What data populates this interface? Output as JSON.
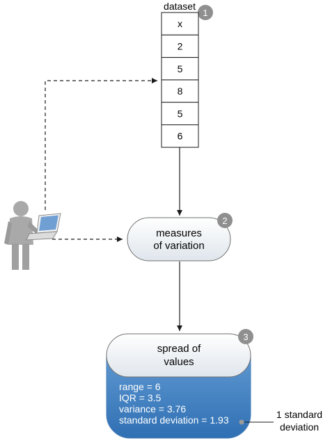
{
  "dataset": {
    "title": "dataset",
    "values": [
      "x",
      "2",
      "5",
      "8",
      "5",
      "6"
    ]
  },
  "steps": {
    "one": "1",
    "two": "2",
    "three": "3"
  },
  "measures_box": {
    "line1": "measures",
    "line2": "of variation"
  },
  "spread_box": {
    "line1": "spread of",
    "line2": "values",
    "results": [
      "range = 6",
      "IQR = 3.5",
      "variance = 3.76",
      "standard deviation = 1.93"
    ]
  },
  "callout": {
    "line1": "1 standard",
    "line2": "deviation"
  },
  "colors": {
    "badge": "#8f8f8f",
    "blue_top": "#6ba3d9",
    "blue_bottom": "#2f6fb3",
    "person": "#a9a9a9",
    "laptop_screen": "#6f9fd3"
  },
  "icons": {
    "user": "person-with-laptop-icon"
  }
}
